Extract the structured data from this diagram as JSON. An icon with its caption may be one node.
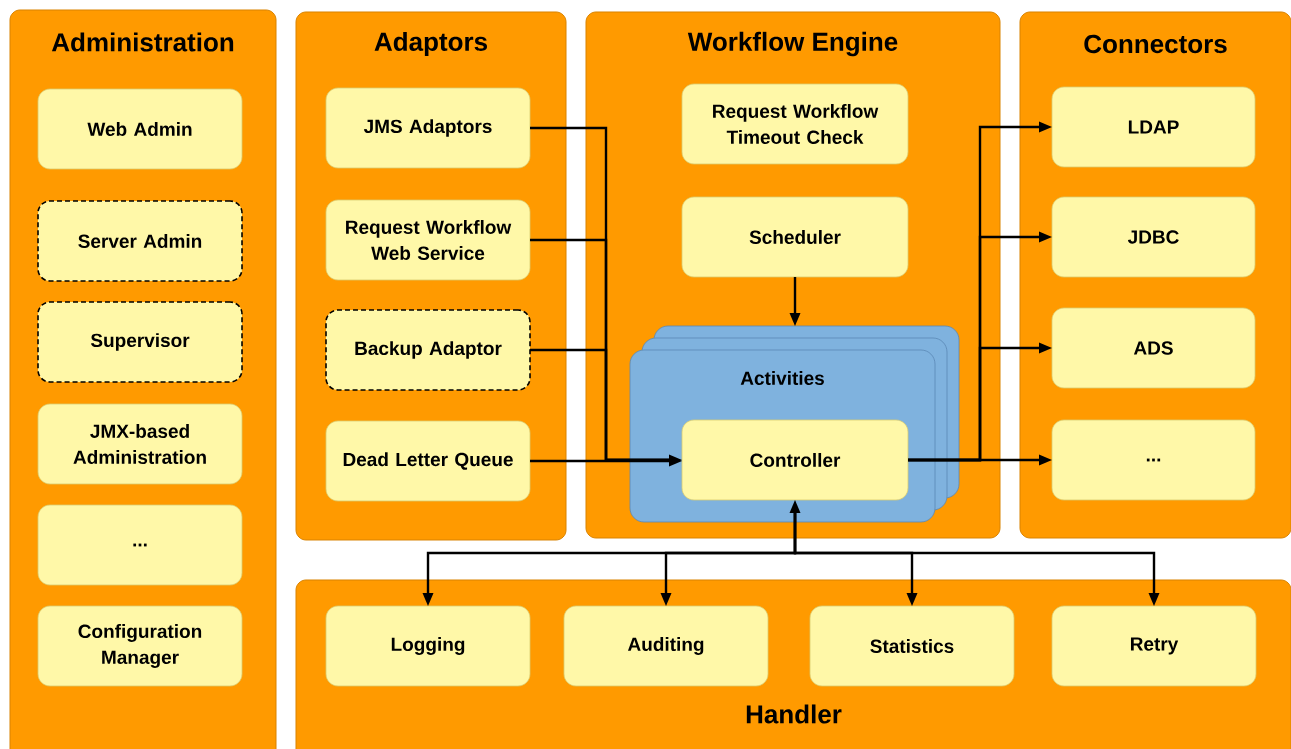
{
  "diagram": {
    "nodes": [
      {
        "text": [
          "Administration"
        ]
      },
      {
        "text": [
          "Web Admin"
        ],
        "in": 0
      },
      {
        "text": [
          "Server Admin"
        ],
        "in": 0
      },
      {
        "text": [
          "Supervisor"
        ],
        "in": 0
      },
      {
        "text": [
          "JMX-based Administration"
        ],
        "in": 0
      },
      {
        "text": [
          "..."
        ],
        "in": 0
      },
      {
        "text": [
          "Configuration Manager"
        ],
        "in": 0
      },
      {
        "text": [
          "Adaptors"
        ]
      },
      {
        "text": [
          "JMS Adaptors"
        ],
        "in": 7
      },
      {
        "text": [
          "Request Workflow Web Service"
        ],
        "in": 7
      },
      {
        "text": [
          "Backup Adaptor"
        ],
        "in": 7
      },
      {
        "text": [
          "Dead Letter Queue"
        ],
        "in": 7
      },
      {
        "text": [
          "Workflow Engine"
        ]
      },
      {
        "text": [
          "Request Workflow Timeout Check"
        ],
        "in": 12
      },
      {
        "text": [
          "Scheduler"
        ],
        "in": 12
      },
      {
        "text": [
          "Activities"
        ],
        "in": 12
      },
      {
        "text": [
          "Controller"
        ],
        "in": 15
      },
      {
        "text": [
          "Connectors"
        ]
      },
      {
        "text": [
          "LDAP"
        ],
        "in": 17
      },
      {
        "text": [
          "JDBC"
        ],
        "in": 17
      },
      {
        "text": [
          "ADS"
        ],
        "in": 17
      },
      {
        "text": [
          "..."
        ],
        "in": 17
      },
      {
        "text": [
          "Handler"
        ]
      },
      {
        "text": [
          "Logging"
        ],
        "in": 22
      },
      {
        "text": [
          "Auditing"
        ],
        "in": 22
      },
      {
        "text": [
          "Statistics"
        ],
        "in": 22
      },
      {
        "text": [
          "Retry"
        ],
        "in": 22
      }
    ],
    "edges": [
      {
        "from": 8,
        "to": 16,
        "arrow": "to"
      },
      {
        "from": 9,
        "to": 16,
        "arrow": "to"
      },
      {
        "from": 10,
        "to": 16,
        "arrow": "to"
      },
      {
        "from": 11,
        "to": 16,
        "arrow": "to"
      },
      {
        "from": 14,
        "to": 15,
        "arrow": "to"
      },
      {
        "from": 16,
        "to": 18,
        "arrow": "to"
      },
      {
        "from": 16,
        "to": 19,
        "arrow": "to"
      },
      {
        "from": 16,
        "to": 20,
        "arrow": "to"
      },
      {
        "from": 16,
        "to": 21,
        "arrow": "to"
      },
      {
        "from": 16,
        "to": 23,
        "arrow": "both"
      },
      {
        "from": 16,
        "to": 24,
        "arrow": "both"
      },
      {
        "from": 16,
        "to": 25,
        "arrow": "both"
      },
      {
        "from": 16,
        "to": 26,
        "arrow": "both"
      }
    ]
  }
}
